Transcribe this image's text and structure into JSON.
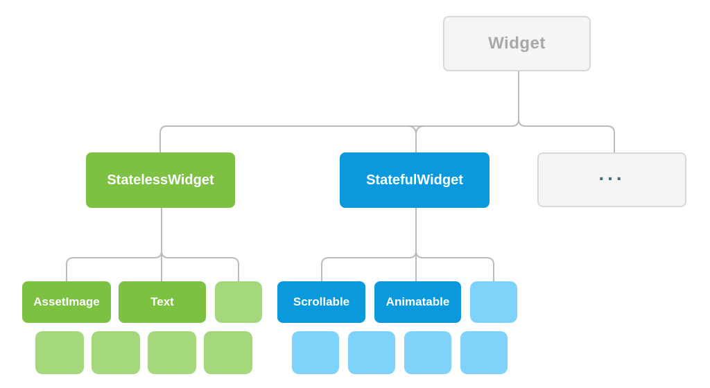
{
  "diagram": {
    "type": "tree",
    "root": {
      "label": "Widget"
    },
    "level2": [
      {
        "label": "StatelessWidget"
      },
      {
        "label": "StatefulWidget"
      },
      {
        "label": "..."
      }
    ],
    "level3": [
      {
        "label": "AssetImage"
      },
      {
        "label": "Text"
      },
      {
        "label": "Scrollable"
      },
      {
        "label": "Animatable"
      }
    ],
    "leaf_rows": {
      "green_count": 4,
      "blue_count": 4
    },
    "colors": {
      "green": "#7cc142",
      "light_green": "#a5d77c",
      "blue": "#0a99dd",
      "light_blue": "#7fd2fa",
      "gray_bg": "#f5f5f5",
      "gray_border": "#d8d8d8",
      "gray_text": "#a8a8a8",
      "dots": "#4a6c85",
      "line": "#bbbbbb"
    }
  }
}
